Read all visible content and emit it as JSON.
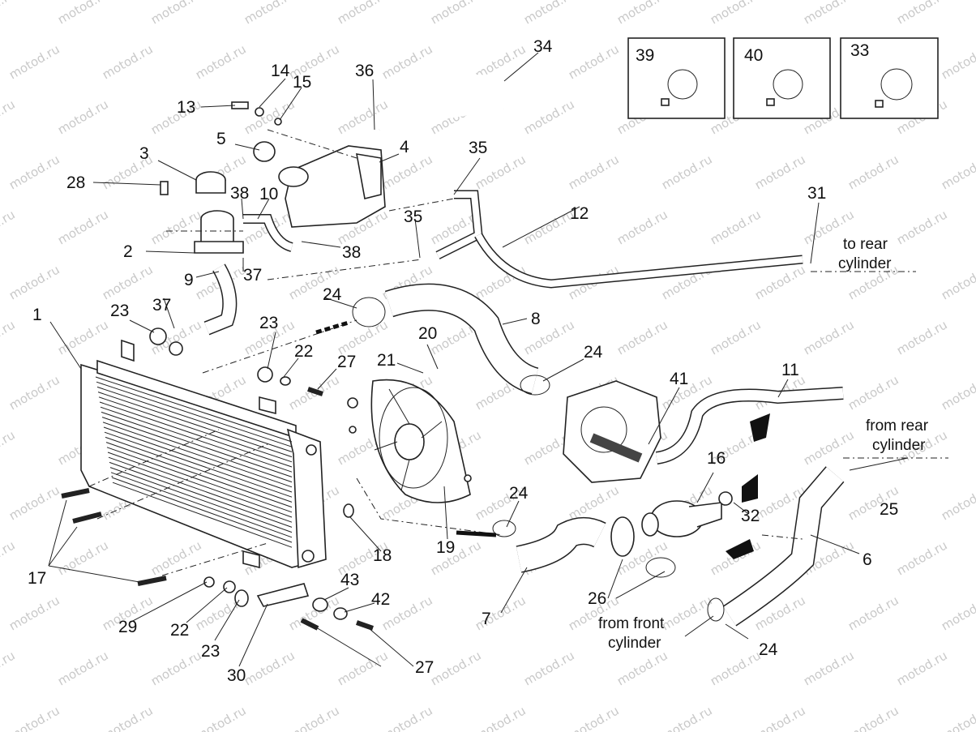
{
  "watermark": "motod.ru",
  "callouts": [
    "1",
    "2",
    "3",
    "4",
    "5",
    "6",
    "7",
    "8",
    "9",
    "10",
    "11",
    "12",
    "13",
    "14",
    "15",
    "16",
    "17",
    "18",
    "19",
    "20",
    "21",
    "22",
    "23",
    "24",
    "25",
    "26",
    "27",
    "28",
    "29",
    "30",
    "31",
    "32",
    "33",
    "34",
    "35",
    "36",
    "37",
    "38",
    "39",
    "40",
    "41",
    "42",
    "43"
  ],
  "inset_boxes": [
    "39",
    "40",
    "33"
  ],
  "captions": {
    "to_rear_cylinder": [
      "to rear",
      "cylinder"
    ],
    "from_rear_cylinder": [
      "from rear",
      "cylinder"
    ],
    "from_front_cylinder": [
      "from front",
      "cylinder"
    ]
  }
}
